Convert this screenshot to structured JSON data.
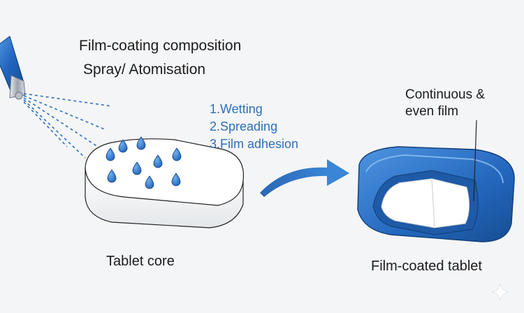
{
  "labels": {
    "composition": "Film-coating composition",
    "spray": "Spray/ Atomisation",
    "tablet_core": "Tablet core",
    "film_line1": "Continuous &",
    "film_line2": "even film",
    "coated_tablet": "Film-coated tablet"
  },
  "steps": [
    "1.Wetting",
    "2.Spreading",
    "3.Film adhesion"
  ],
  "icons": [
    "spray-nozzle-icon",
    "droplet-icon",
    "sparkle-icon"
  ],
  "colors": {
    "accent_blue": "#2f6fb7",
    "coating_blue": "#2e74c9",
    "tablet_white": "#ffffff",
    "background": "#f4f5f7"
  }
}
